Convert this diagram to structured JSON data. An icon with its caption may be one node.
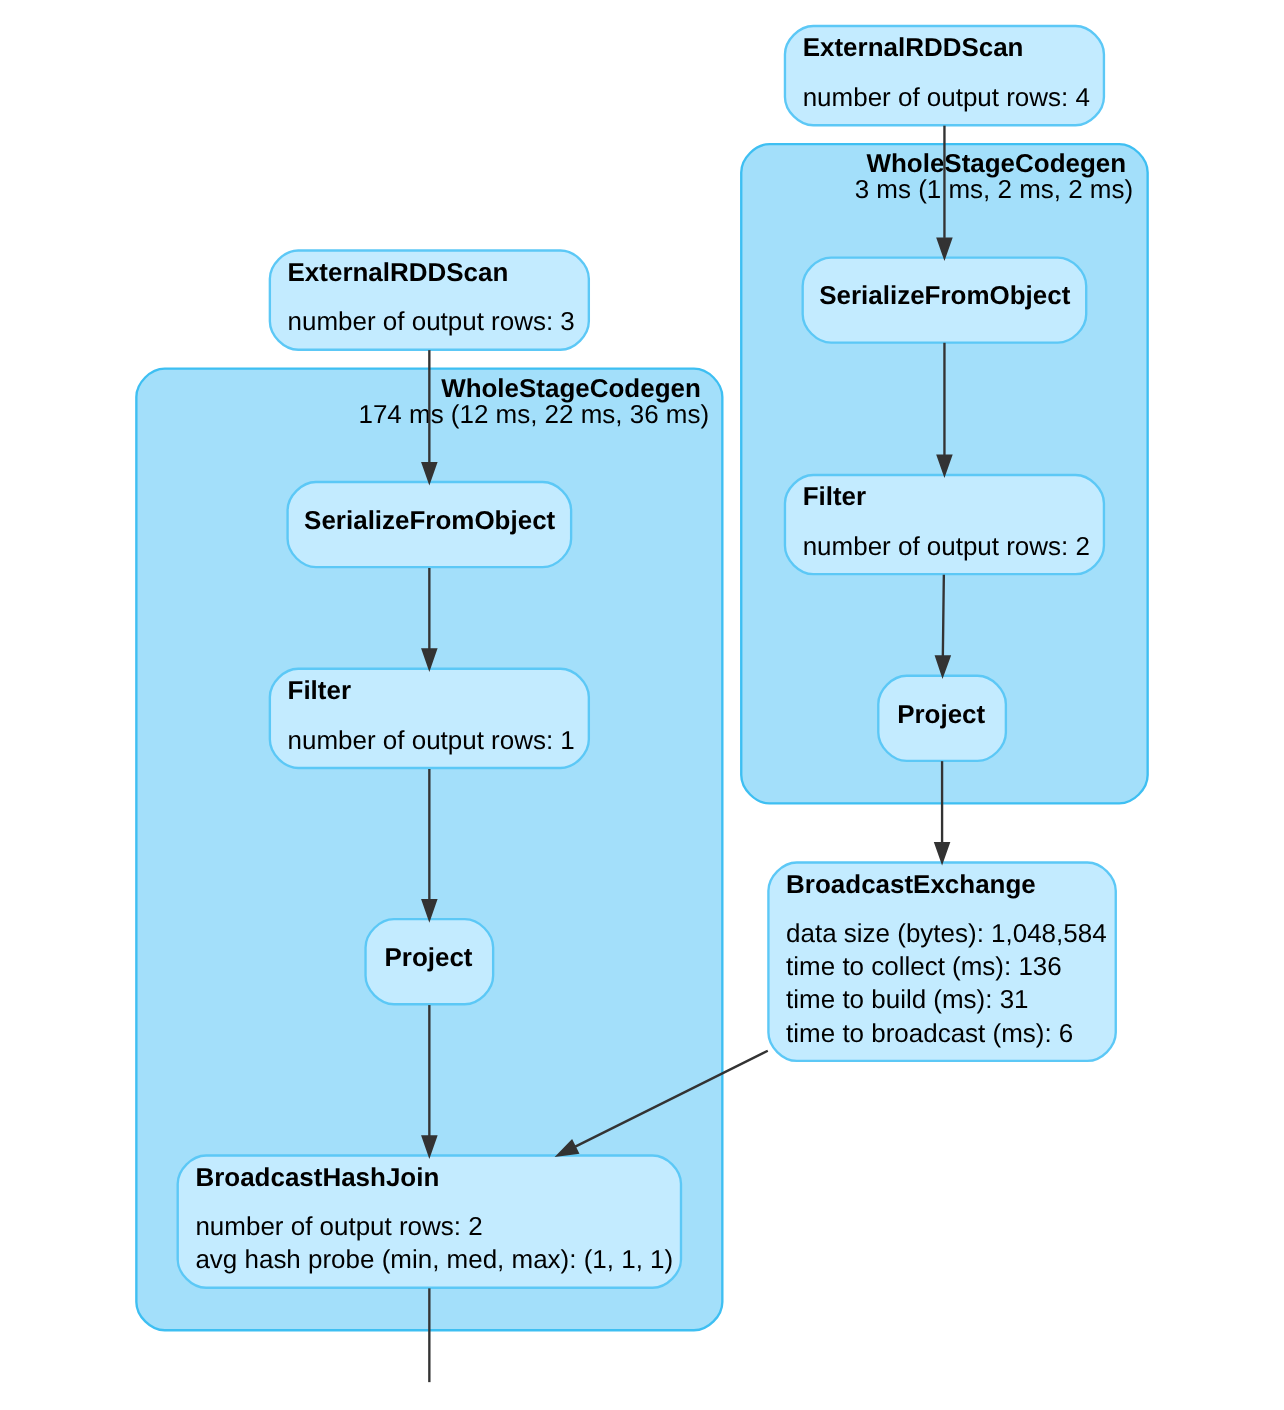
{
  "diagram": {
    "nodes": [
      {
        "text": [
          "ExternalRDDScan",
          "number of output rows: 4"
        ]
      },
      {
        "text": [
          "WholeStageCodegen",
          "3 ms (1 ms, 2 ms, 2 ms)"
        ]
      },
      {
        "text": [
          "SerializeFromObject"
        ],
        "in": 1
      },
      {
        "text": [
          "Filter",
          "number of output rows: 2"
        ],
        "in": 1
      },
      {
        "text": [
          "Project"
        ],
        "in": 1
      },
      {
        "text": [
          "ExternalRDDScan",
          "number of output rows: 3"
        ]
      },
      {
        "text": [
          "WholeStageCodegen",
          "174 ms (12 ms, 22 ms, 36 ms)"
        ]
      },
      {
        "text": [
          "SerializeFromObject"
        ],
        "in": 6
      },
      {
        "text": [
          "Filter",
          "number of output rows: 1"
        ],
        "in": 6
      },
      {
        "text": [
          "Project"
        ],
        "in": 6
      },
      {
        "text": [
          "BroadcastExchange",
          "data size (bytes): 1,048,584",
          "time to collect (ms): 136",
          "time to build (ms): 31",
          "time to broadcast (ms): 6"
        ]
      },
      {
        "text": [
          "BroadcastHashJoin",
          "number of output rows: 2",
          "avg hash probe (min, med, max): (1, 1, 1)"
        ],
        "in": 6
      }
    ],
    "edges": [
      {
        "from": 0,
        "to": 2,
        "arrow": "to"
      },
      {
        "from": 2,
        "to": 3,
        "arrow": "to"
      },
      {
        "from": 3,
        "to": 4,
        "arrow": "to"
      },
      {
        "from": 4,
        "to": 10,
        "arrow": "to"
      },
      {
        "from": 5,
        "to": 7,
        "arrow": "to"
      },
      {
        "from": 7,
        "to": 8,
        "arrow": "to"
      },
      {
        "from": 8,
        "to": 9,
        "arrow": "to"
      },
      {
        "from": 9,
        "to": 11,
        "arrow": "to"
      },
      {
        "from": 10,
        "to": 11,
        "arrow": "to"
      },
      {
        "from": 11,
        "to": null,
        "arrow": "none"
      }
    ]
  }
}
